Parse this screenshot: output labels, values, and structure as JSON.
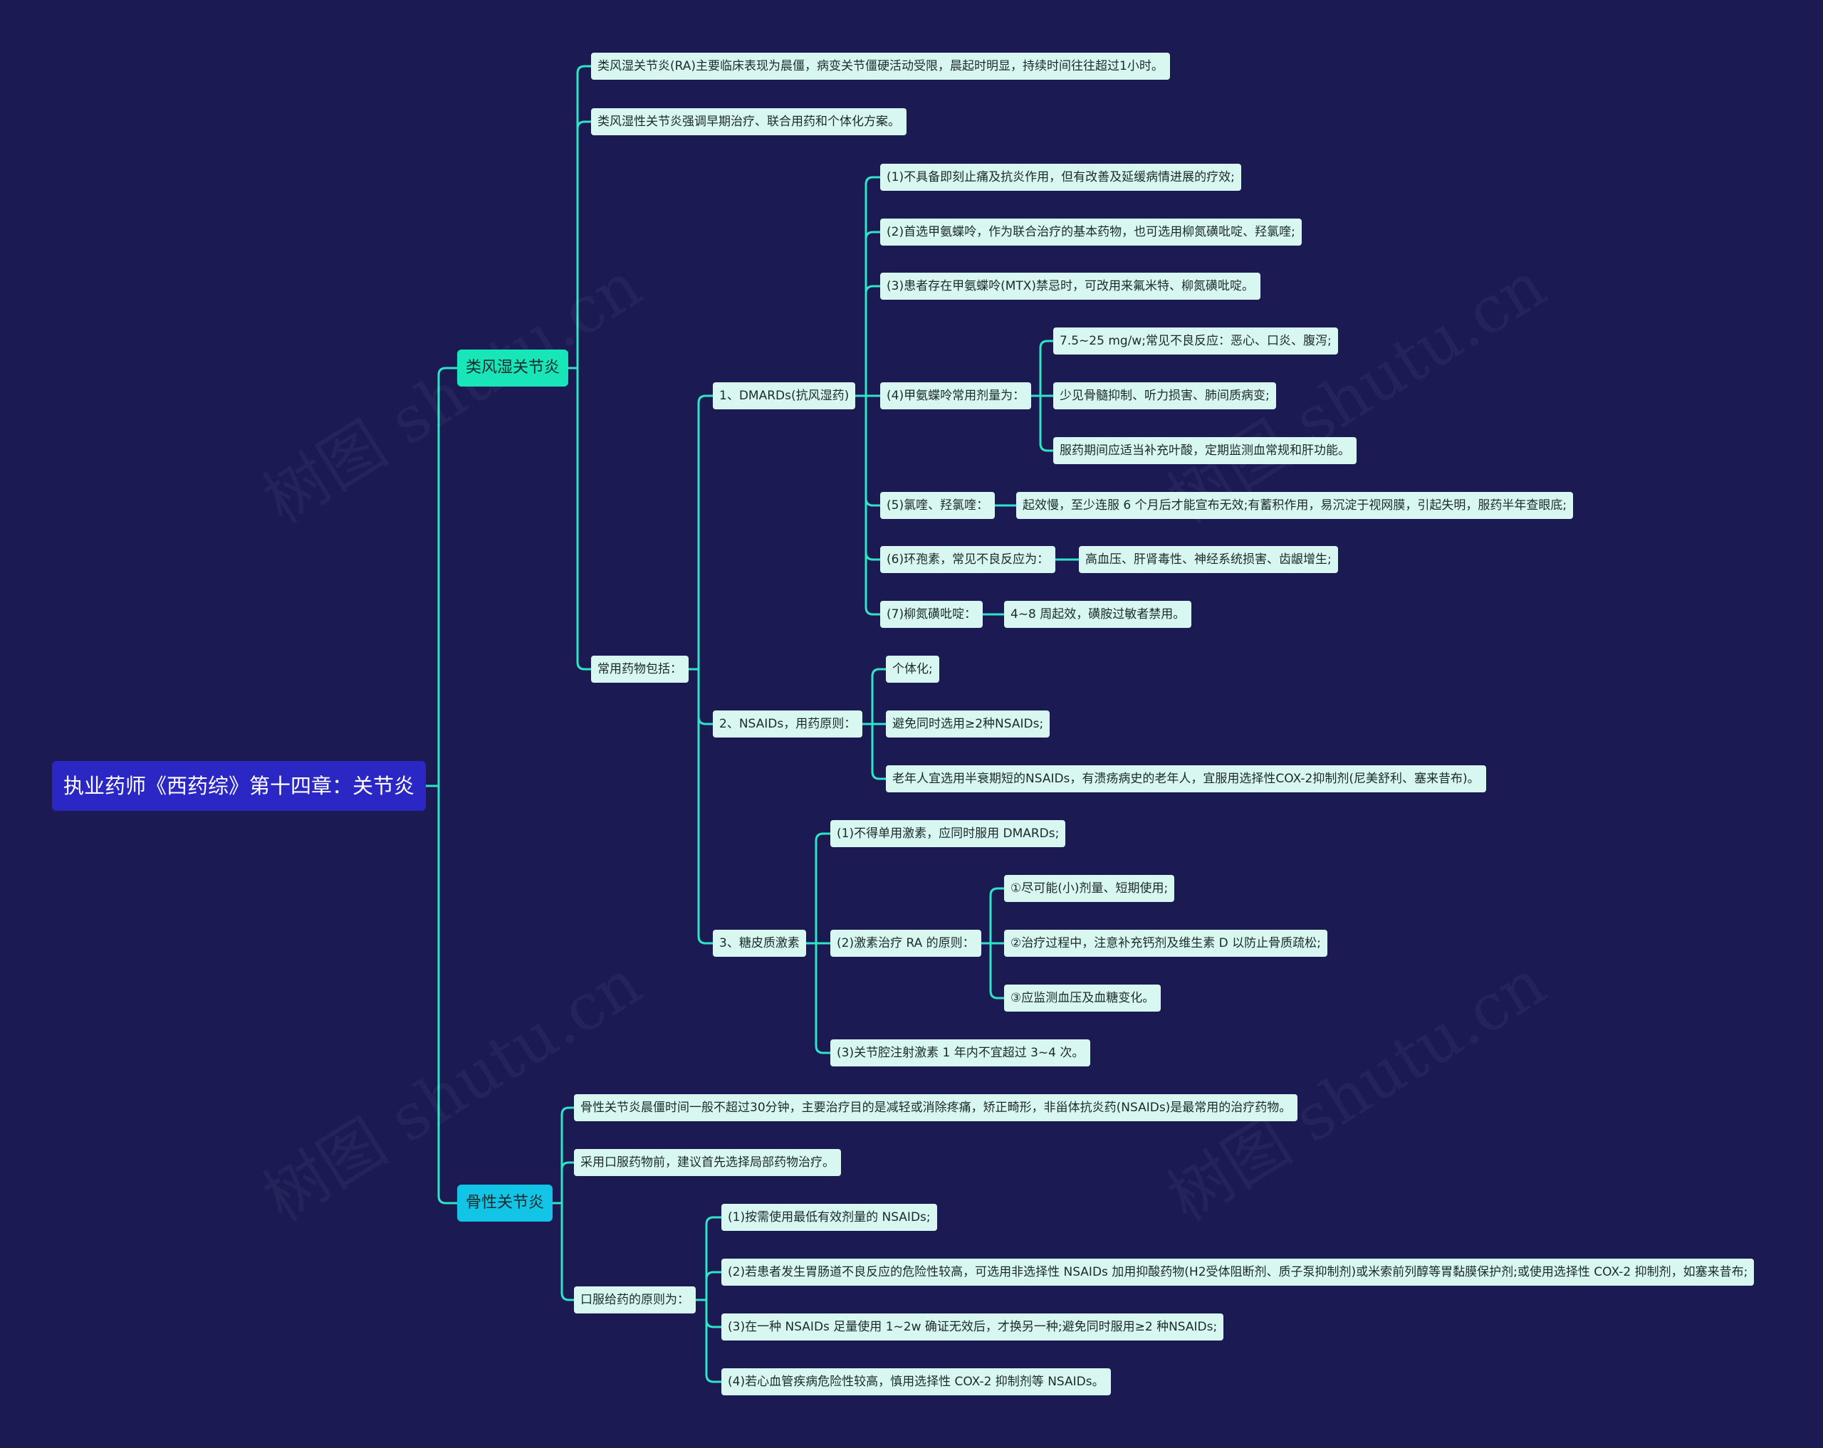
{
  "root": "执业药师《西药综》第十四章：关节炎",
  "ra": {
    "title": "类风湿关节炎",
    "notes": [
      "类风湿关节炎(RA)主要临床表现为晨僵，病变关节僵硬活动受限，晨起时明显，持续时间往往超过1小时。",
      "类风湿性关节炎强调早期治疗、联合用药和个体化方案。"
    ],
    "drugs_label": "常用药物包括：",
    "dmards": {
      "label": "1、DMARDs(抗风湿药)",
      "items": [
        "(1)不具备即刻止痛及抗炎作用，但有改善及延缓病情进展的疗效;",
        "(2)首选甲氨蝶呤，作为联合治疗的基本药物，也可选用柳氮磺吡啶、羟氯喹;",
        "(3)患者存在甲氨蝶呤(MTX)禁忌时，可改用来氟米特、柳氮磺吡啶。",
        "(4)甲氨蝶呤常用剂量为：",
        "(5)氯喹、羟氯喹：",
        "(6)环孢素，常见不良反应为：",
        "(7)柳氮磺吡啶："
      ],
      "mtx_details": [
        "7.5~25 mg/w;常见不良反应：恶心、口炎、腹泻;",
        "少见骨髓抑制、听力损害、肺间质病变;",
        "服药期间应适当补充叶酸，定期监测血常规和肝功能。"
      ],
      "chloroquine_detail": "起效慢，至少连服 6 个月后才能宣布无效;有蓄积作用，易沉淀于视网膜，引起失明，服药半年查眼底;",
      "cyclosporine_detail": "高血压、肝肾毒性、神经系统损害、齿龈增生;",
      "sulfasalazine_detail": "4~8 周起效，磺胺过敏者禁用。"
    },
    "nsaids": {
      "label": "2、NSAIDs，用药原则：",
      "items": [
        "个体化;",
        "避免同时选用≥2种NSAIDs;",
        "老年人宜选用半衰期短的NSAIDs，有溃疡病史的老年人，宜服用选择性COX-2抑制剂(尼美舒利、塞来昔布)。"
      ]
    },
    "steroids": {
      "label": "3、糖皮质激素",
      "items": [
        "(1)不得单用激素，应同时服用 DMARDs;",
        "(2)激素治疗 RA 的原则：",
        "(3)关节腔注射激素 1 年内不宜超过 3~4 次。"
      ],
      "principles": [
        "①尽可能(小)剂量、短期使用;",
        "②治疗过程中，注意补充钙剂及维生素 D 以防止骨质疏松;",
        "③应监测血压及血糖变化。"
      ]
    }
  },
  "oa": {
    "title": "骨性关节炎",
    "notes": [
      "骨性关节炎晨僵时间一般不超过30分钟，主要治疗目的是减轻或消除疼痛，矫正畸形，非甾体抗炎药(NSAIDs)是最常用的治疗药物。",
      "采用口服药物前，建议首先选择局部药物治疗。"
    ],
    "oral_label": "口服给药的原则为：",
    "oral_items": [
      "(1)按需使用最低有效剂量的 NSAIDs;",
      "(2)若患者发生胃肠道不良反应的危险性较高，可选用非选择性 NSAIDs 加用抑酸药物(H2受体阻断剂、质子泵抑制剂)或米索前列醇等胃黏膜保护剂;或使用选择性 COX-2 抑制剂，如塞来昔布;",
      "(3)在一种 NSAIDs 足量使用 1~2w 确证无效后，才换另一种;避免同时服用≥2 种NSAIDs;",
      "(4)若心血管疾病危险性较高，慎用选择性 COX-2 抑制剂等 NSAIDs。"
    ]
  },
  "watermark": "树图 shutu.cn",
  "colors": {
    "background": "#1b1a53",
    "line": "#2ee6c6",
    "root": "#2a27c4",
    "ra": "#18e6b8",
    "oa": "#12c4e6",
    "leaf": "#d9f7f1"
  }
}
